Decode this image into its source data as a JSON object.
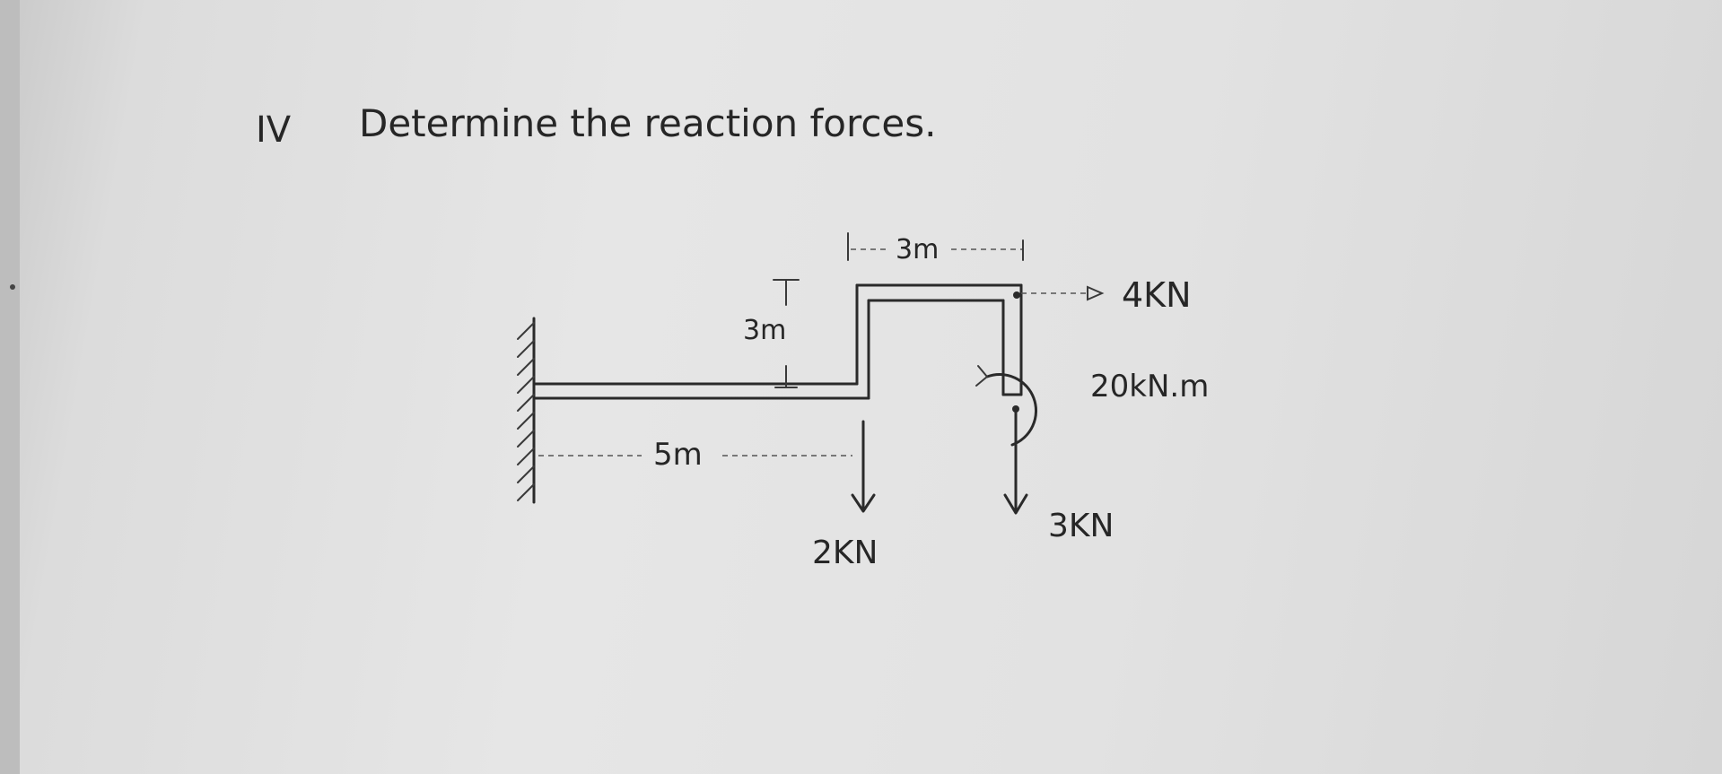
{
  "problem": {
    "numeral": "IV",
    "text": "Determine the reaction forces."
  },
  "dimensions": {
    "beam_length": "5m",
    "height": "3m",
    "top_length": "3m"
  },
  "loads": {
    "horizontal_force": "4KN",
    "moment": "20kN.m",
    "load_at_corner": "2KN",
    "load_at_end": "3KN"
  }
}
